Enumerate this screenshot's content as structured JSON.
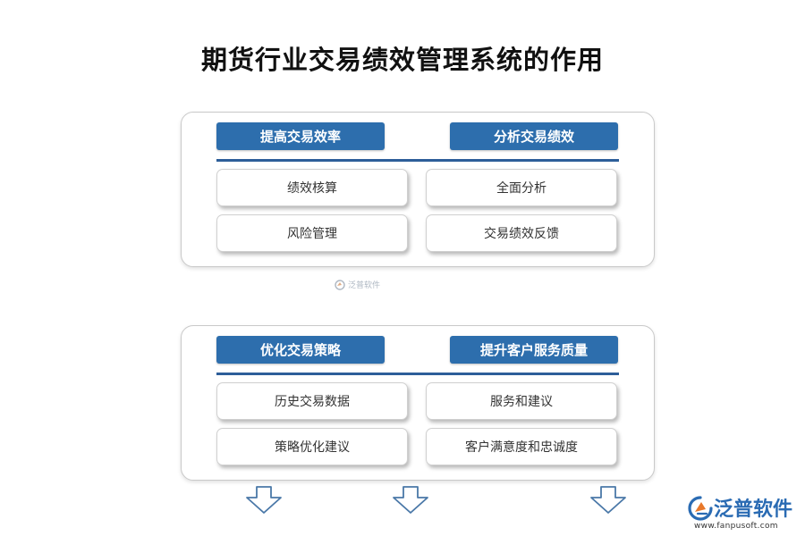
{
  "title": "期货行业交易绩效管理系统的作用",
  "panels": [
    {
      "headers": [
        "提高交易效率",
        "分析交易绩效"
      ],
      "items": [
        [
          "绩效核算",
          "全面分析"
        ],
        [
          "风险管理",
          "交易绩效反馈"
        ]
      ]
    },
    {
      "headers": [
        "优化交易策略",
        "提升客户服务质量"
      ],
      "items": [
        [
          "历史交易数据",
          "服务和建议"
        ],
        [
          "策略优化建议",
          "客户满意度和忠诚度"
        ]
      ]
    }
  ],
  "watermark": "泛普软件",
  "brand": {
    "name": "泛普软件",
    "url": "www.fanpusoft.com"
  },
  "colors": {
    "header_bg": "#2d6ead",
    "rule": "#2d5e99",
    "arrow_stroke": "#4a78a8",
    "brand_blue": "#2a6bb3",
    "brand_orange": "#e8782a"
  },
  "icons": [
    "down-arrow-icon",
    "fanpu-logo-icon"
  ]
}
